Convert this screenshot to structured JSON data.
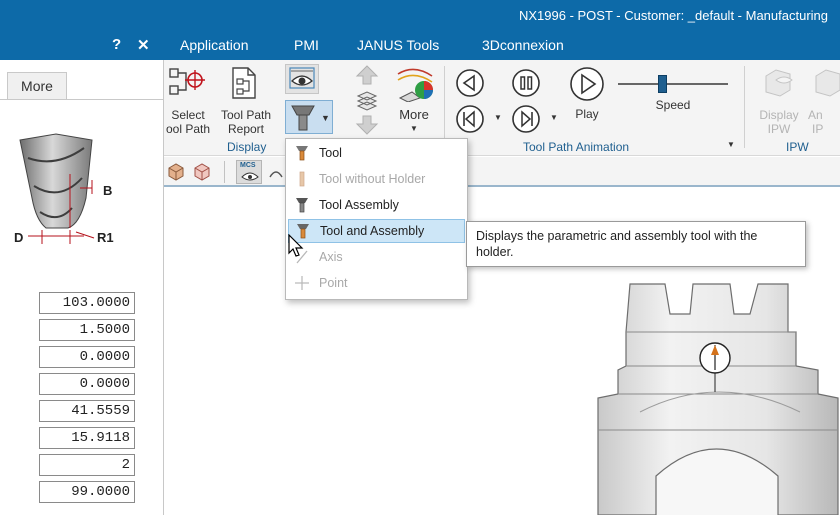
{
  "window": {
    "title": "NX1996 - POST - Customer: _default - Manufacturing"
  },
  "left_panel_header": {
    "help_glyph": "?",
    "close_glyph": "✕"
  },
  "menu": [
    "Application",
    "PMI",
    "JANUS Tools",
    "3Dconnexion"
  ],
  "ribbon": {
    "select_tool_path": [
      "Select",
      "ool Path"
    ],
    "tool_path_report": [
      "Tool Path",
      "Report"
    ],
    "more": "More",
    "display_group": "Display",
    "play": "Play",
    "speed": "Speed",
    "speed_level": 0.4,
    "animation_group": "Tool Path Animation",
    "display_ipw": [
      "Display",
      "IPW"
    ],
    "an_ip": [
      "An",
      "IP"
    ],
    "ipw_group": "IPW"
  },
  "left_panel": {
    "tab": "More",
    "diagram_labels": {
      "b": "B",
      "d": "D",
      "r1": "R1"
    },
    "values": [
      "103.0000",
      "1.5000",
      "0.0000",
      "0.0000",
      "41.5559",
      "15.9118",
      "2",
      "99.0000"
    ]
  },
  "dropdown": {
    "items": [
      {
        "label": "Tool",
        "disabled": false,
        "icon": "tool-icon"
      },
      {
        "label": "Tool without Holder",
        "disabled": true,
        "icon": "tool-without-holder-icon"
      },
      {
        "label": "Tool Assembly",
        "disabled": false,
        "icon": "tool-assembly-icon"
      },
      {
        "label": "Tool and Assembly",
        "disabled": false,
        "highlighted": true,
        "icon": "tool-and-assembly-icon"
      },
      {
        "label": "Axis",
        "disabled": true,
        "icon": "axis-icon"
      },
      {
        "label": "Point",
        "disabled": true,
        "icon": "point-icon"
      }
    ]
  },
  "tooltip": {
    "text": [
      "Displays the parametric and assembly tool with the",
      "holder."
    ]
  },
  "subtoolbar": {
    "mcs_label": "MCS"
  },
  "colors": {
    "brand_blue": "#0d6aa8",
    "highlight": "#cde6f7",
    "dimension_red": "#b5121b"
  }
}
